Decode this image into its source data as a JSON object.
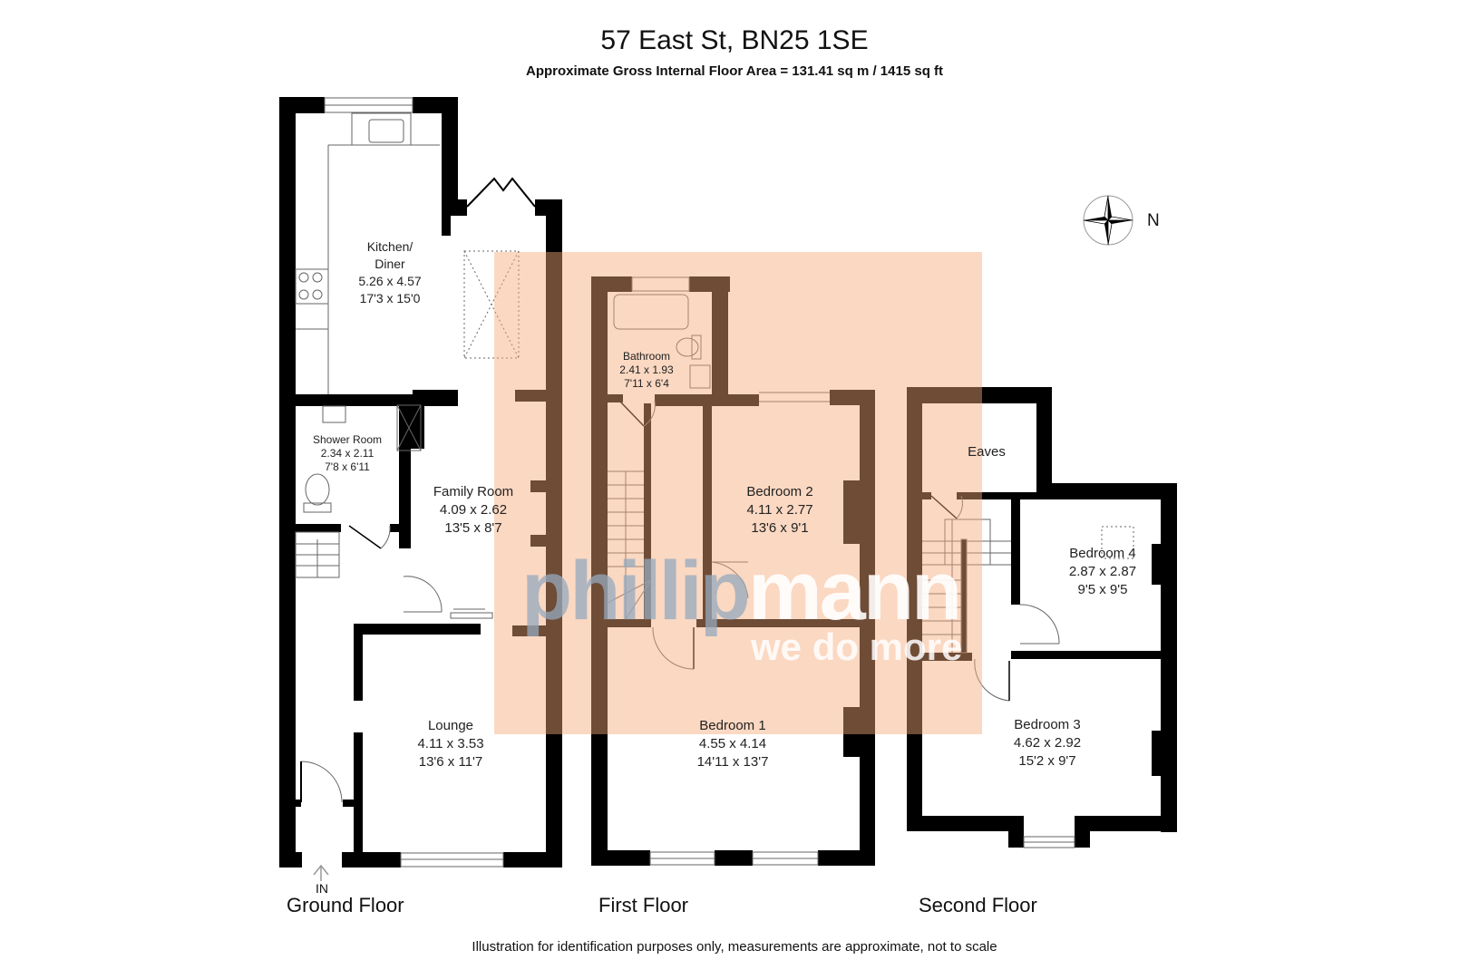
{
  "header": {
    "title": "57 East St, BN25 1SE",
    "subtitle": "Approximate Gross Internal Floor Area = 131.41 sq m / 1415 sq ft"
  },
  "compass": {
    "icon": "compass-rose-icon",
    "label": "N"
  },
  "floors": [
    {
      "name": "Ground Floor",
      "entrance_label": "IN",
      "rooms": [
        {
          "name": "Kitchen/",
          "name2": "Diner",
          "metric": "5.26 x 4.57",
          "imperial": "17'3 x 15'0"
        },
        {
          "name": "Shower Room",
          "metric": "2.34 x 2.11",
          "imperial": "7'8 x 6'11"
        },
        {
          "name": "Family Room",
          "metric": "4.09 x 2.62",
          "imperial": "13'5 x 8'7"
        },
        {
          "name": "Lounge",
          "metric": "4.11 x 3.53",
          "imperial": "13'6 x 11'7"
        }
      ]
    },
    {
      "name": "First Floor",
      "rooms": [
        {
          "name": "Bathroom",
          "metric": "2.41 x 1.93",
          "imperial": "7'11 x 6'4"
        },
        {
          "name": "Bedroom 2",
          "metric": "4.11 x 2.77",
          "imperial": "13'6 x 9'1"
        },
        {
          "name": "Bedroom 1",
          "metric": "4.55 x 4.14",
          "imperial": "14'11 x 13'7"
        }
      ]
    },
    {
      "name": "Second Floor",
      "rooms": [
        {
          "name": "Eaves"
        },
        {
          "name": "Bedroom 4",
          "metric": "2.87 x 2.87",
          "imperial": "9'5 x 9'5"
        },
        {
          "name": "Bedroom 3",
          "metric": "4.62 x 2.92",
          "imperial": "15'2 x 9'7"
        }
      ]
    }
  ],
  "watermark": {
    "brand_part1": "phillip",
    "brand_part2": "mann",
    "tagline": "we do more",
    "overlay_color": "#f7a878"
  },
  "footer": {
    "disclaimer": "Illustration for identification purposes only, measurements are approximate, not to scale"
  },
  "colors": {
    "wall": "#000000",
    "fixture": "#888888",
    "background": "#ffffff"
  }
}
